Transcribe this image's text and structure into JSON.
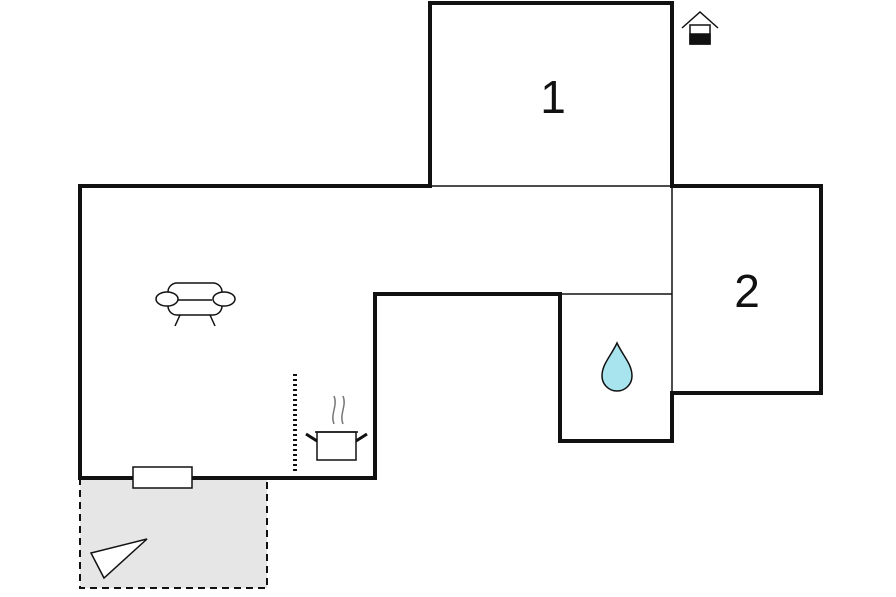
{
  "floorplan": {
    "rooms": [
      {
        "id": "bedroom-1",
        "label": "1"
      },
      {
        "id": "bedroom-2",
        "label": "2"
      },
      {
        "id": "living-room",
        "label": ""
      },
      {
        "id": "bathroom",
        "label": ""
      },
      {
        "id": "terrace",
        "label": ""
      }
    ],
    "icons": [
      "entrance-house-icon",
      "sofa-icon",
      "cooking-pot-icon",
      "water-drop-icon",
      "viewpoint-cone-icon",
      "window-icon"
    ],
    "colors": {
      "wall": "#111111",
      "terrace_fill": "#e6e6e6",
      "water_drop": "#a8e4ee",
      "background": "#ffffff"
    }
  }
}
